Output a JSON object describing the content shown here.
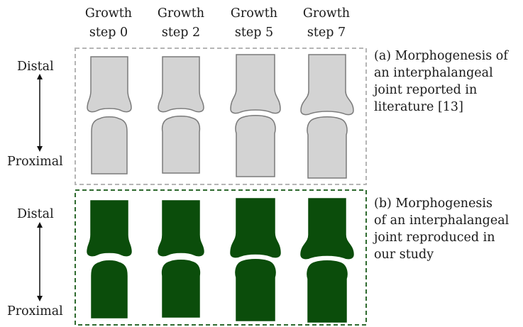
{
  "steps": [
    {
      "line1": "Growth",
      "line2": "step 0"
    },
    {
      "line1": "Growth",
      "line2": "step 2"
    },
    {
      "line1": "Growth",
      "line2": "step 5"
    },
    {
      "line1": "Growth",
      "line2": "step 7"
    }
  ],
  "axis": {
    "distal": "Distal",
    "proximal": "Proximal"
  },
  "panel_a": {
    "caption_lines": [
      "(a) Morphogenesis of",
      "an interphalangeal",
      "joint reported in",
      "literature [13]"
    ],
    "fill": "#d3d3d3",
    "stroke": "#7a7a7a",
    "border": "#b5b5b5"
  },
  "panel_b": {
    "caption_lines": [
      "(b) Morphogenesis",
      "of an interphalangeal",
      "joint reproduced in",
      "our study"
    ],
    "fill": "#0b4d0b",
    "stroke": "#0b4d0b",
    "border": "#2f6a2f"
  }
}
